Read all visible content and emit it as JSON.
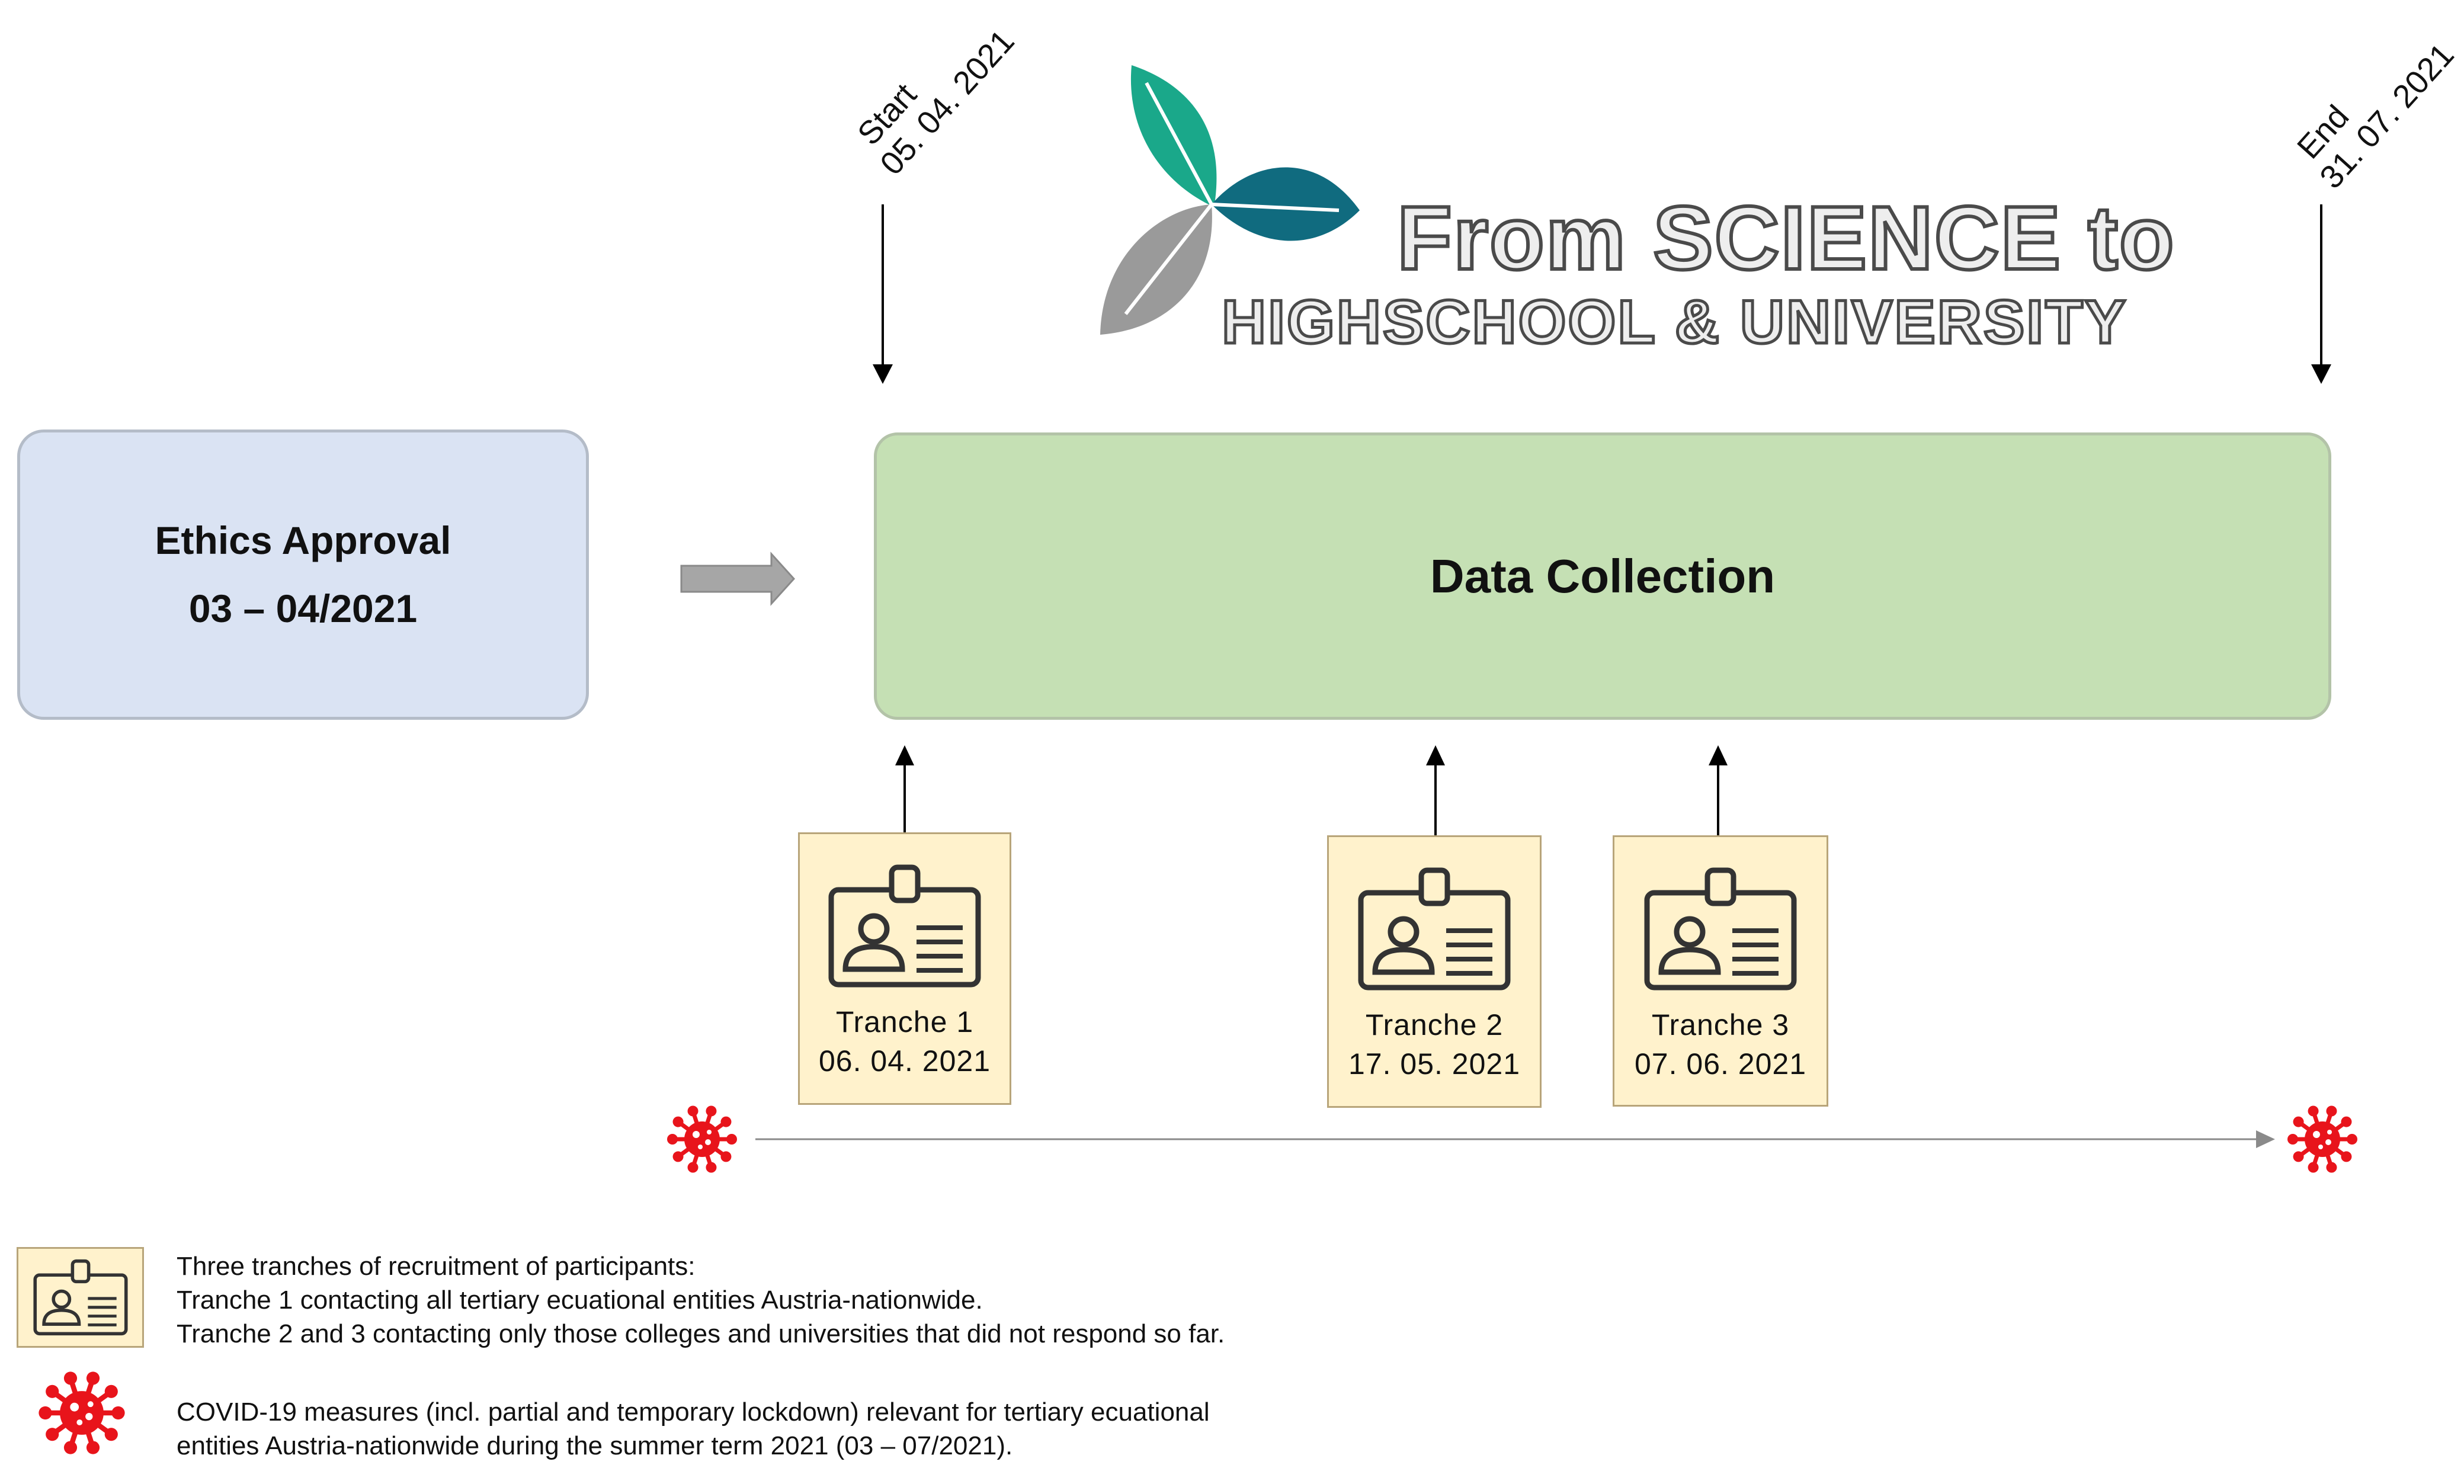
{
  "logo": {
    "line1": "From SCIENCE to",
    "line2": "HIGHSCHOOL & UNIVERSITY",
    "leaf_colors": [
      "#1aa88a",
      "#106b7f",
      "#9a9a9a"
    ]
  },
  "timeline": {
    "start": {
      "label": "Start",
      "date": "05. 04. 2021"
    },
    "end": {
      "label": "End",
      "date": "31. 07. 2021"
    }
  },
  "ethics": {
    "title": "Ethics Approval",
    "period": "03 – 04/2021",
    "color": "#dae3f3"
  },
  "data_collection": {
    "title": "Data Collection",
    "color": "#c5e0b4"
  },
  "tranches": [
    {
      "label": "Tranche 1",
      "date": "06. 04. 2021",
      "icon": "id-badge-icon"
    },
    {
      "label": "Tranche 2",
      "date": "17. 05. 2021",
      "icon": "id-badge-icon"
    },
    {
      "label": "Tranche 3",
      "date": "07. 06. 2021",
      "icon": "id-badge-icon"
    }
  ],
  "covid_icon_color": "#e8141b",
  "legend": {
    "recruitment_lines": [
      "Three tranches of recruitment of participants:",
      "Tranche 1 contacting all tertiary ecuational entities Austria-nationwide.",
      "Tranche 2 and 3 contacting only those colleges and universities that did not respond so far."
    ],
    "covid_lines": [
      "COVID-19 measures (incl. partial and temporary lockdown) relevant for tertiary ecuational",
      "entities Austria-nationwide during the summer term 2021 (03 – 07/2021)."
    ]
  }
}
